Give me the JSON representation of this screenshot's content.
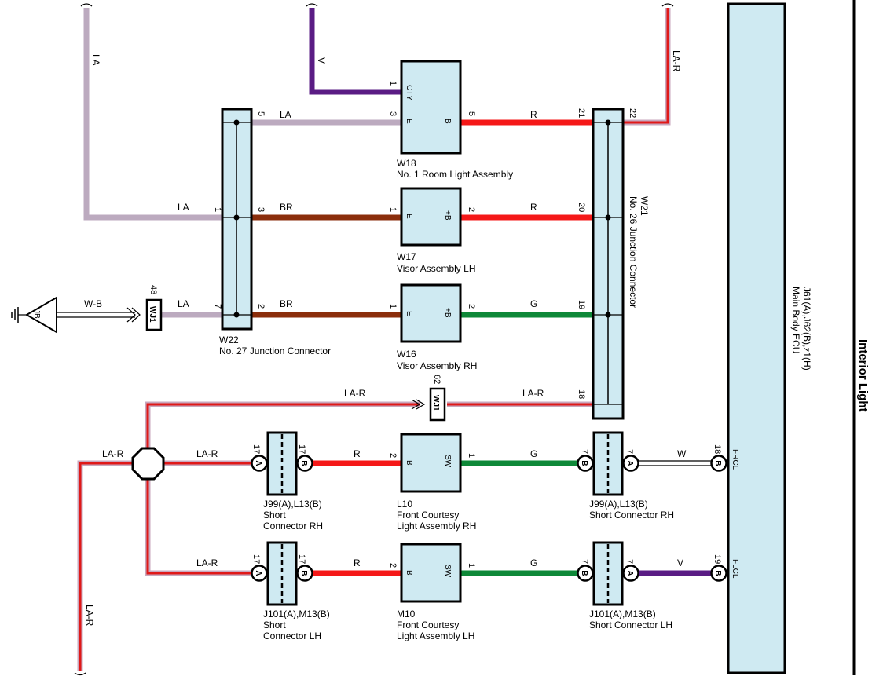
{
  "title": "Interior Light",
  "colors": {
    "LA": "#bcaabf",
    "V": "#5a1c84",
    "R": "#f51818",
    "BR": "#8b2e0c",
    "G": "#0e8838",
    "W": "#ffffff",
    "LA-R_outer": "#c8a7bd",
    "LA-R_inner": "#e01818",
    "box_fill": "#cfeaf2"
  },
  "wire_labels": {
    "la_top": "LA",
    "v_top": "V",
    "lar_top": "LA-R",
    "la_w22_5": "LA",
    "la_w22_1": "LA",
    "la_w22_7": "LA",
    "wb": "W-B",
    "br_3": "BR",
    "br_2": "BR",
    "r_w18": "R",
    "r_w17": "R",
    "g_w16": "G",
    "lar_62_left": "LA-R",
    "lar_62_right": "LA-R",
    "lar_left": "LA-R",
    "lar_rh": "LA-R",
    "lar_lh": "LA-R",
    "lar_bottom": "LA-R",
    "r_rh": "R",
    "r_lh": "R",
    "g_rh": "G",
    "g_lh": "G",
    "w_frcl": "W",
    "v_flcl": "V"
  },
  "pins": {
    "cty": "1",
    "w18_e": "3",
    "w18_b": "5",
    "w22_5": "5",
    "w22_1": "1",
    "w22_3": "3",
    "w22_7": "7",
    "w22_2": "2",
    "w17_e": "1",
    "w17_b": "2",
    "w16_e": "1",
    "w16_b": "2",
    "w21_21": "21",
    "w21_22": "22",
    "w21_20": "20",
    "w21_19": "19",
    "w21_18": "18",
    "wj1_48": "48",
    "wj1_62": "62",
    "j99_a": "17",
    "j99_b": "17",
    "l10_b": "2",
    "l10_sw": "1",
    "j99r_b": "7",
    "j99r_a": "7",
    "ecu_frcl": "18",
    "j101_a": "17",
    "j101_b": "17",
    "m10_b": "2",
    "m10_sw": "1",
    "j101r_b": "7",
    "j101r_a": "7",
    "ecu_flcl": "19"
  },
  "terminals": {
    "w18_cty": "CTY",
    "w18_e": "E",
    "w18_b": "B",
    "w17_e": "E",
    "w17_b": "+B",
    "w16_e": "E",
    "w16_b": "+B",
    "l10_b": "B",
    "l10_sw": "SW",
    "m10_b": "B",
    "m10_sw": "SW",
    "ecu_frcl": "FRCL",
    "ecu_flcl": "FLCL",
    "a": "A",
    "b": "B"
  },
  "components": {
    "w18": {
      "code": "W18",
      "name": "No. 1 Room Light Assembly"
    },
    "w17": {
      "code": "W17",
      "name": "Visor Assembly LH"
    },
    "w16": {
      "code": "W16",
      "name": "Visor Assembly RH"
    },
    "w22": {
      "code": "W22",
      "name": "No. 27 Junction Connector"
    },
    "w21": {
      "code": "W21",
      "name": "No. 26 Junction Connector"
    },
    "wj1": "WJ1",
    "jb": "JB",
    "j99_left": {
      "code": "J99(A),L13(B)",
      "name1": "Short",
      "name2": "Connector RH"
    },
    "l10": {
      "code": "L10",
      "name1": "Front Courtesy",
      "name2": "Light Assembly RH"
    },
    "j99_right": {
      "code": "J99(A),L13(B)",
      "name": "Short Connector RH"
    },
    "j101_left": {
      "code": "J101(A),M13(B)",
      "name1": "Short",
      "name2": "Connector LH"
    },
    "m10": {
      "code": "M10",
      "name1": "Front Courtesy",
      "name2": "Light Assembly LH"
    },
    "j101_right": {
      "code": "J101(A),M13(B)",
      "name": "Short Connector LH"
    },
    "ecu": {
      "code": "J61(A),J62(B),z1(H)",
      "name": "Main Body ECU"
    }
  }
}
